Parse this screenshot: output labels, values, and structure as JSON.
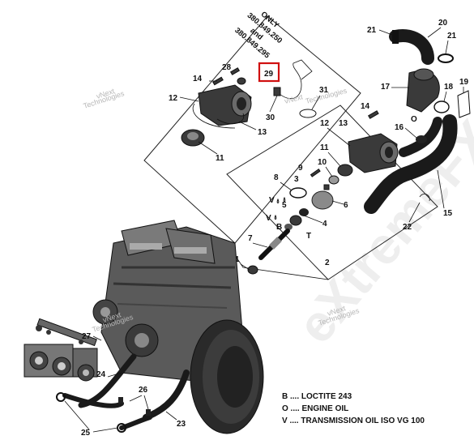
{
  "watermarks": {
    "brand_line1": "vNext",
    "brand_line2": "Technologies",
    "site": "eXtremeFX"
  },
  "note": {
    "line1": "ONLY",
    "line2": "380.849.250",
    "line3": "and",
    "line4": "380.849.295"
  },
  "highlighted_callout": "29",
  "callouts": {
    "c1": "1",
    "c2": "2",
    "c3": "3",
    "c4": "4",
    "c5": "5",
    "c6": "6",
    "c7": "7",
    "c8": "8",
    "c9": "9",
    "c10": "10",
    "c11": "11",
    "c11b": "11",
    "c12": "12",
    "c12b": "12",
    "c13": "13",
    "c13b": "13",
    "c14": "14",
    "c14b": "14",
    "c15": "15",
    "c16": "16",
    "c17": "17",
    "c18": "18",
    "c19": "19",
    "c20": "20",
    "c21": "21",
    "c21b": "21",
    "c22": "22",
    "c23": "23",
    "c24": "24",
    "c25": "25",
    "c26": "26",
    "c27": "27",
    "c28": "28",
    "c30": "30",
    "c31": "31"
  },
  "symbols": {
    "V1": "V",
    "V2": "V",
    "B1": "B",
    "T1": "T",
    "O1": "O"
  },
  "legend": {
    "b": "B .... LOCTITE 243",
    "o": "O .... ENGINE OIL",
    "v": "V .... TRANSMISSION OIL ISO VG 100"
  }
}
